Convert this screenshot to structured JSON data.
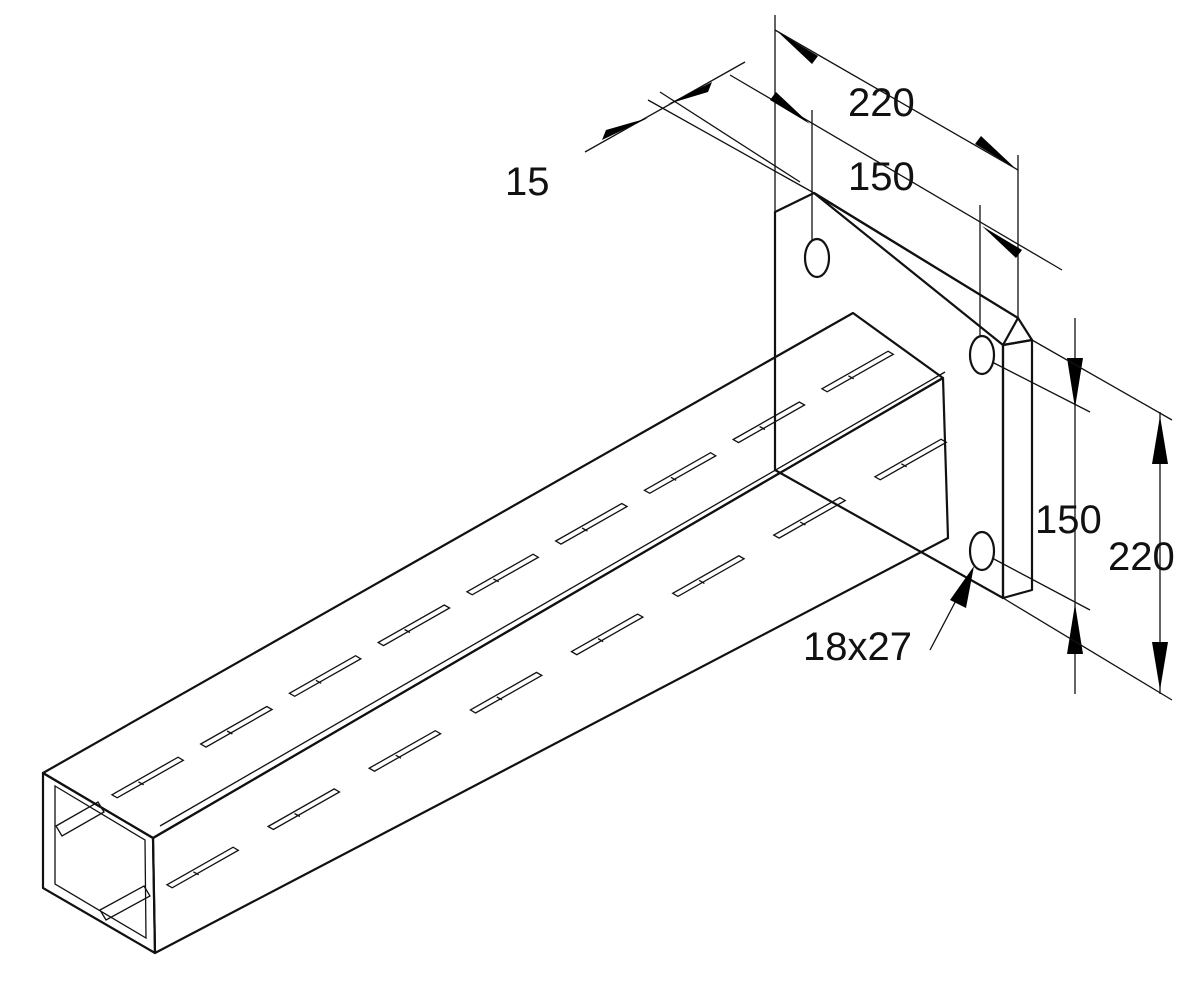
{
  "dimensions": {
    "plate_thickness": "15",
    "plate_width": "220",
    "hole_spacing_horizontal": "150",
    "hole_spacing_vertical": "150",
    "plate_height": "220",
    "hole_size": "18x27"
  },
  "colors": {
    "line": "#111111",
    "plate_face": "#a9a9a9",
    "plate_edge": "#d6d6d6",
    "tube_top": "#cfcfcf",
    "tube_side": "#b3b3b3",
    "tube_inner": "#8f8f8f",
    "slot": "#ffffff"
  }
}
